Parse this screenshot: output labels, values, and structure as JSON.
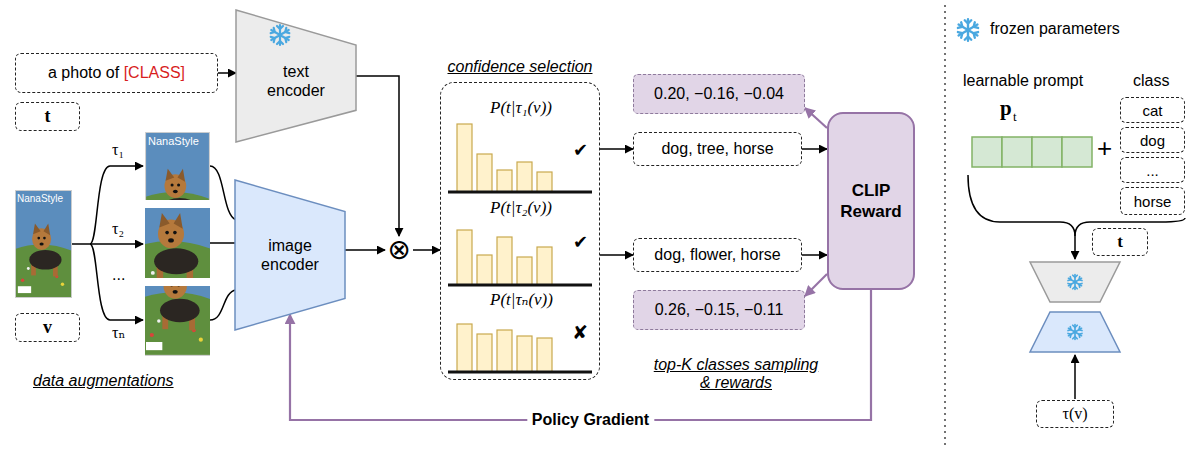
{
  "diagram": {
    "nodes": [
      {
        "text": [
          "a photo of",
          "[CLASS]"
        ]
      },
      {
        "text": [
          "t"
        ]
      },
      {
        "text": [
          "text encoder"
        ]
      },
      {
        "text": [
          "v"
        ]
      },
      {
        "text": [
          "image encoder"
        ]
      },
      {
        "text": [
          "⊗"
        ]
      },
      {
        "text": [
          "confidence selection"
        ]
      },
      {
        "text": [
          "0.20, −0.16, −0.04"
        ]
      },
      {
        "text": [
          "dog, tree, horse"
        ]
      },
      {
        "text": [
          "dog, flower, horse"
        ]
      },
      {
        "text": [
          "0.26, −0.15, −0.11"
        ]
      },
      {
        "text": [
          "CLIP Reward"
        ]
      },
      {
        "text": [
          "cat"
        ]
      },
      {
        "text": [
          "dog"
        ]
      },
      {
        "text": [
          "..."
        ]
      },
      {
        "text": [
          "horse"
        ]
      },
      {
        "text": [
          "t"
        ]
      },
      {
        "text": [
          "τ(v)"
        ]
      }
    ],
    "edges": [
      {
        "from": 0,
        "to": 2,
        "arrow": "to"
      },
      {
        "from": 2,
        "to": 5,
        "arrow": "to"
      },
      {
        "from": 4,
        "to": 5,
        "arrow": "to"
      },
      {
        "from": 5,
        "to": 6,
        "arrow": "to"
      },
      {
        "from": 6,
        "to": 8,
        "arrow": "to"
      },
      {
        "from": 6,
        "to": 9,
        "arrow": "to"
      },
      {
        "from": 8,
        "to": 11,
        "arrow": "to"
      },
      {
        "from": 9,
        "to": 11,
        "arrow": "to"
      },
      {
        "from": 11,
        "to": 7,
        "arrow": "to"
      },
      {
        "from": 11,
        "to": 10,
        "arrow": "to"
      },
      {
        "from": 11,
        "to": 4,
        "label": "Policy Gradient",
        "arrow": "to"
      }
    ],
    "labels": [
      "data augmentations",
      "τ₁",
      "τ₂",
      "...",
      "τₙ",
      "NanaStyle",
      "NanaStyle",
      "P(t|τ₁(v))",
      "✔",
      "P(t|τ₂(v))",
      "✔",
      "P(t|τₙ(v))",
      "✘",
      "top-K classes sampling & rewards",
      "learnable prompt",
      "p",
      "t",
      "+",
      "class"
    ],
    "legend": [
      {
        "text": "frozen parameters"
      }
    ]
  }
}
